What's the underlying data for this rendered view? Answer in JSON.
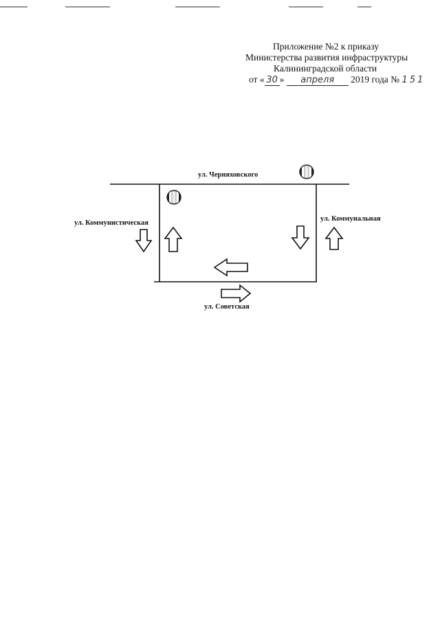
{
  "header": {
    "line1": "Приложение №2 к приказу",
    "line2": "Министерства развития инфраструктуры",
    "line3": "Калининградской области",
    "date_prefix": "от «",
    "date_day": "30",
    "date_mid": "»",
    "date_month": "апреля",
    "date_suffix": "2019 года №",
    "order_number": "151"
  },
  "scheme": {
    "streets": {
      "top": "ул. Черняховского",
      "left": "ул. Коммунистическая",
      "right": "ул. Коммунальная",
      "bottom": "ул. Советская"
    },
    "colors": {
      "line": "#111111",
      "arrow_fill": "#ffffff"
    },
    "icons": [
      "traffic-light-icon",
      "traffic-light-icon",
      "arrow-down-icon",
      "arrow-up-icon",
      "arrow-left-icon",
      "arrow-right-icon"
    ]
  }
}
